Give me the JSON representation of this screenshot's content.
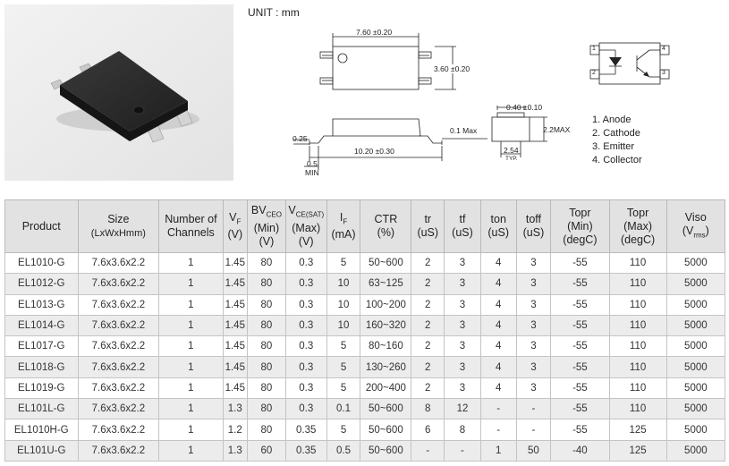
{
  "unit_label": "UNIT : mm",
  "drawing": {
    "top_view_width": "7.60 ±0.20",
    "top_view_height": "3.60 ±0.20",
    "lead_width": "0.40 ±0.10",
    "lead_pitch": "2.54",
    "lead_pitch_note": "TYP.",
    "package_height": "2.2MAX",
    "standoff": "0.1 Max",
    "lead_length": "0.25",
    "overall_length": "10.20 ±0.30",
    "min_value": "0.5",
    "min_label": "MIN",
    "pin_numbers": [
      "1",
      "2",
      "4",
      "3"
    ]
  },
  "pins": [
    "1. Anode",
    "2. Cathode",
    "3. Emitter",
    "4. Collector"
  ],
  "table": {
    "headers": {
      "product": "Product",
      "size": "Size",
      "size_unit": "(LxWxHmm)",
      "channels": "Number of Channels",
      "vf_main": "V",
      "vf_sub": "F",
      "vf_unit": "(V)",
      "bv_main": "BV",
      "bv_sub": "CEO",
      "bv_extra": "(Min)",
      "bv_unit": "(V)",
      "vce_main": "V",
      "vce_sub": "CE(SAT)",
      "vce_extra": "(Max)",
      "vce_unit": "(V)",
      "if_main": "I",
      "if_sub": "F",
      "if_unit": "(mA)",
      "ctr": "CTR",
      "ctr_unit": "(%)",
      "tr": "tr",
      "tr_unit": "(uS)",
      "tf": "tf",
      "tf_unit": "(uS)",
      "ton": "ton",
      "ton_unit": "(uS)",
      "toff": "toff",
      "toff_unit": "(uS)",
      "topr_min": "Topr",
      "topr_min_extra": "(Min)",
      "topr_min_unit": "(degC)",
      "topr_max": "Topr",
      "topr_max_extra": "(Max)",
      "topr_max_unit": "(degC)",
      "viso": "Viso",
      "viso_unit_main": "(V",
      "viso_unit_sub": "rms",
      "viso_unit_close": ")"
    },
    "rows": [
      [
        "EL1010-G",
        "7.6x3.6x2.2",
        "1",
        "1.45",
        "80",
        "0.3",
        "5",
        "50~600",
        "2",
        "3",
        "4",
        "3",
        "-55",
        "110",
        "5000"
      ],
      [
        "EL1012-G",
        "7.6x3.6x2.2",
        "1",
        "1.45",
        "80",
        "0.3",
        "10",
        "63~125",
        "2",
        "3",
        "4",
        "3",
        "-55",
        "110",
        "5000"
      ],
      [
        "EL1013-G",
        "7.6x3.6x2.2",
        "1",
        "1.45",
        "80",
        "0.3",
        "10",
        "100~200",
        "2",
        "3",
        "4",
        "3",
        "-55",
        "110",
        "5000"
      ],
      [
        "EL1014-G",
        "7.6x3.6x2.2",
        "1",
        "1.45",
        "80",
        "0.3",
        "10",
        "160~320",
        "2",
        "3",
        "4",
        "3",
        "-55",
        "110",
        "5000"
      ],
      [
        "EL1017-G",
        "7.6x3.6x2.2",
        "1",
        "1.45",
        "80",
        "0.3",
        "5",
        "80~160",
        "2",
        "3",
        "4",
        "3",
        "-55",
        "110",
        "5000"
      ],
      [
        "EL1018-G",
        "7.6x3.6x2.2",
        "1",
        "1.45",
        "80",
        "0.3",
        "5",
        "130~260",
        "2",
        "3",
        "4",
        "3",
        "-55",
        "110",
        "5000"
      ],
      [
        "EL1019-G",
        "7.6x3.6x2.2",
        "1",
        "1.45",
        "80",
        "0.3",
        "5",
        "200~400",
        "2",
        "3",
        "4",
        "3",
        "-55",
        "110",
        "5000"
      ],
      [
        "EL101L-G",
        "7.6x3.6x2.2",
        "1",
        "1.3",
        "80",
        "0.3",
        "0.1",
        "50~600",
        "8",
        "12",
        "-",
        "-",
        "-55",
        "110",
        "5000"
      ],
      [
        "EL1010H-G",
        "7.6x3.6x2.2",
        "1",
        "1.2",
        "80",
        "0.35",
        "5",
        "50~600",
        "6",
        "8",
        "-",
        "-",
        "-55",
        "125",
        "5000"
      ],
      [
        "EL101U-G",
        "7.6x3.6x2.2",
        "1",
        "1.3",
        "60",
        "0.35",
        "0.5",
        "50~600",
        "-",
        "-",
        "1",
        "50",
        "-40",
        "125",
        "5000"
      ]
    ]
  }
}
